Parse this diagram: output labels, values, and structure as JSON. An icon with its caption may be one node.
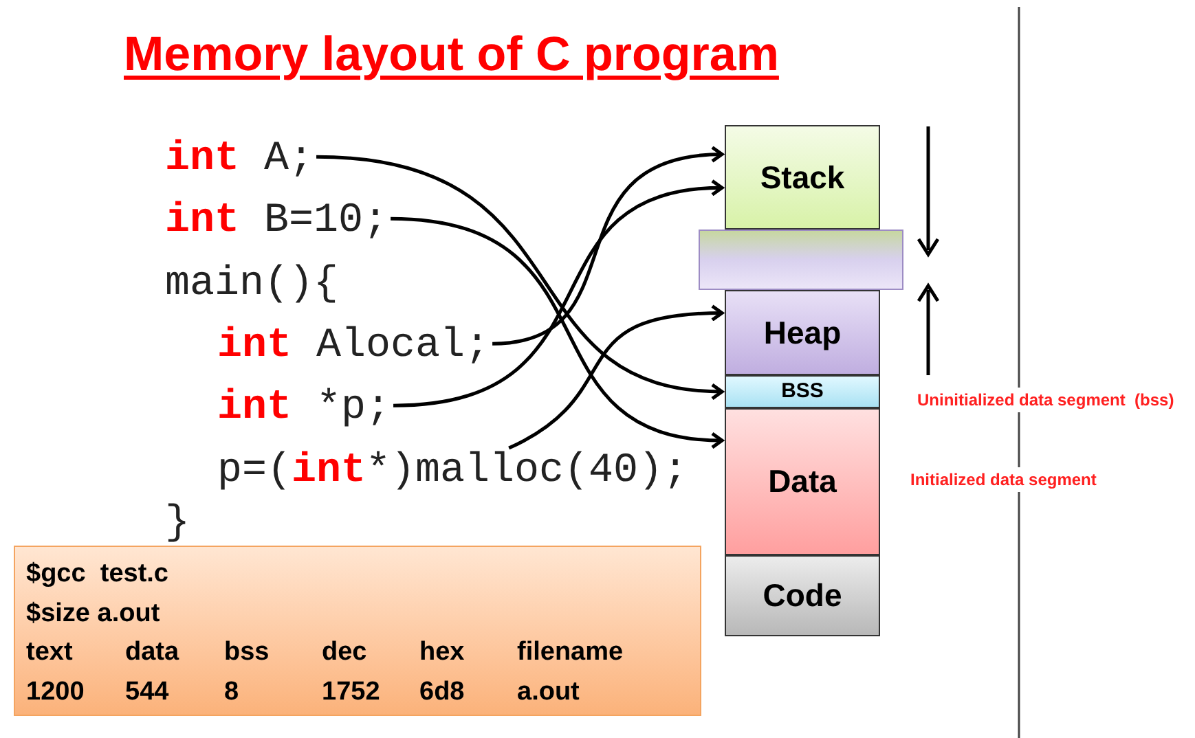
{
  "diagram": {
    "title": "Memory layout of C program",
    "nodes": [
      {
        "text": [
          "**int** A;"
        ]
      },
      {
        "text": [
          "**int** B=10;"
        ]
      },
      {
        "text": [
          "**int** Alocal;"
        ]
      },
      {
        "text": [
          "**int** *p;"
        ]
      },
      {
        "text": [
          "p=(**int***)malloc(40);"
        ]
      },
      {
        "text": [
          "Stack"
        ]
      },
      {
        "text": [],
        "shape": "box"
      },
      {
        "text": [
          "Heap"
        ]
      },
      {
        "text": [
          "BSS"
        ],
        "beside": [
          "Uninitialized data segment  (bss)"
        ]
      },
      {
        "text": [
          "Data"
        ],
        "beside": [
          "Initialized data segment"
        ]
      },
      {
        "text": [
          "Code"
        ]
      },
      {
        "text": [
          "$gcc  test.c",
          "$size a.out",
          "text",
          "data",
          "bss",
          "dec",
          "hex",
          "filename",
          "1200",
          "544",
          "8",
          "1752",
          "6d8",
          "a.out"
        ]
      }
    ],
    "edges": [
      {
        "from": 0,
        "to": 8,
        "arrow": "to"
      },
      {
        "from": 1,
        "to": 9,
        "arrow": "to"
      },
      {
        "from": 2,
        "to": 5,
        "arrow": "to"
      },
      {
        "from": 3,
        "to": 5,
        "arrow": "to"
      },
      {
        "from": 4,
        "to": 7,
        "arrow": "to"
      }
    ],
    "labels": [
      "main(){",
      "}"
    ]
  }
}
